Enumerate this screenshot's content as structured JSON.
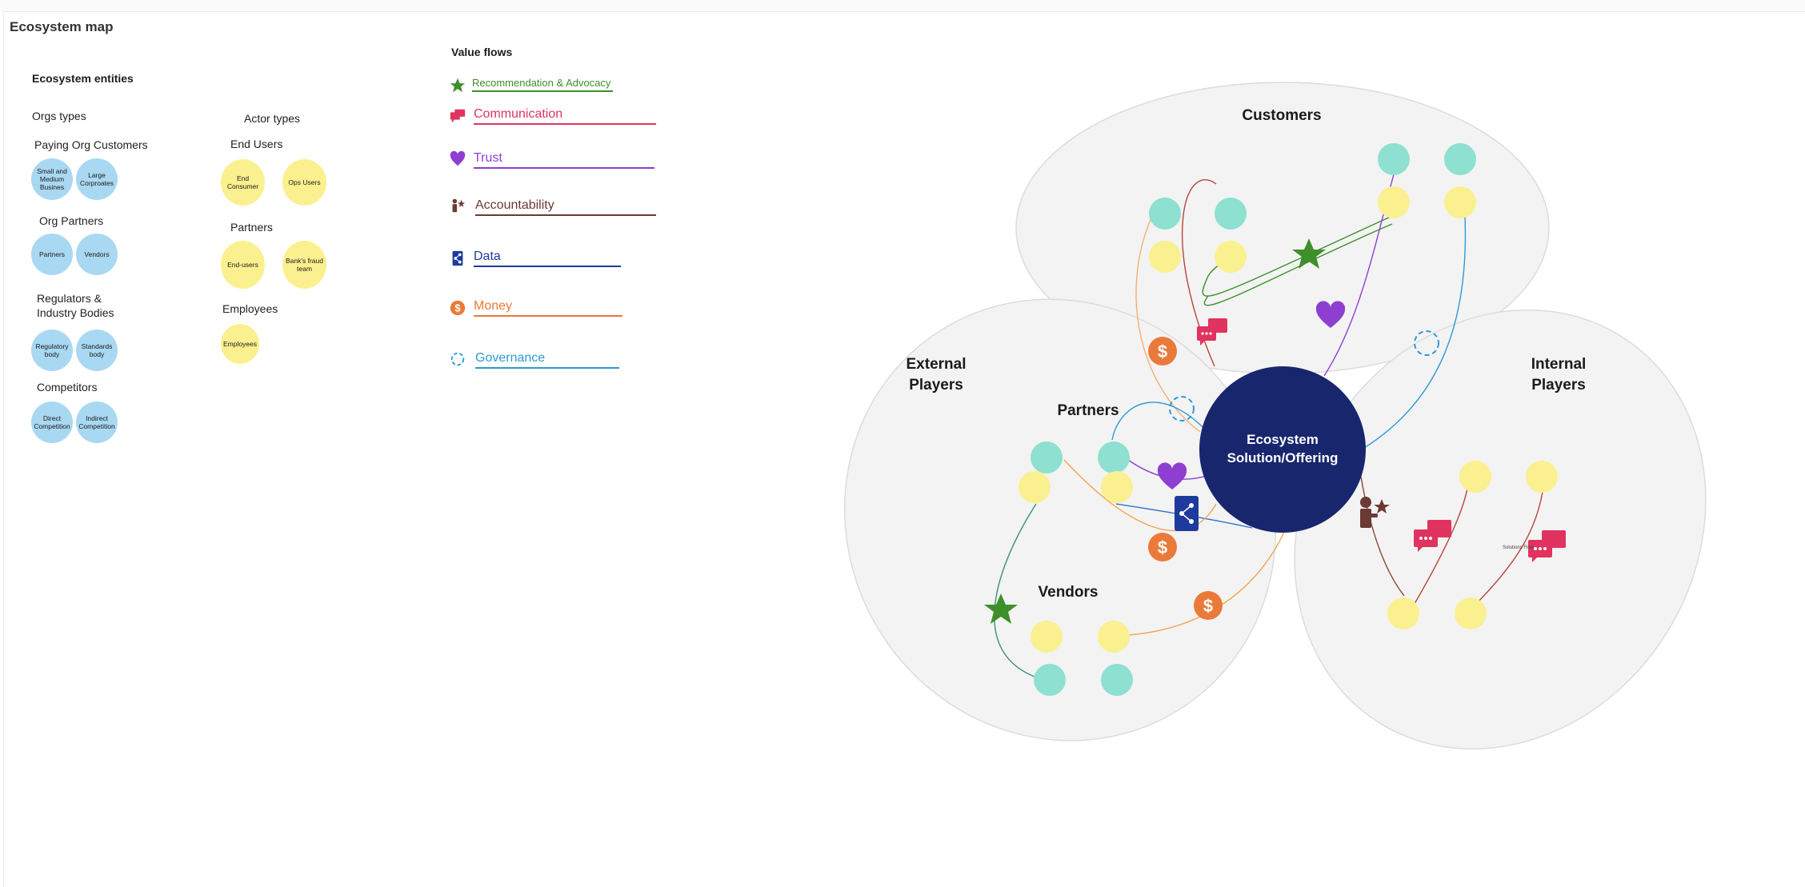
{
  "title": "Ecosystem map",
  "legend": {
    "heading": "Ecosystem entities",
    "orgs_types_label": "Orgs types",
    "actor_types_label": "Actor types",
    "org_groups": [
      {
        "label": "Paying Org Customers",
        "items": [
          "Small and Medium Busines",
          "Large Corproates"
        ]
      },
      {
        "label": "Org Partners",
        "items": [
          "Partners",
          "Vendors"
        ]
      },
      {
        "label": "Regulators & Industry Bodies",
        "items": [
          "Regulatory body",
          "Standards body"
        ]
      },
      {
        "label": "Competitors",
        "items": [
          "Direct Competition",
          "Indirect Competition"
        ]
      }
    ],
    "actor_groups": [
      {
        "label": "End Users",
        "items": [
          "End Consumer",
          "Ops Users"
        ]
      },
      {
        "label": "Partners",
        "items": [
          "End-users",
          "Bank's fraud team"
        ]
      },
      {
        "label": "Employees",
        "items": [
          "Employees"
        ]
      }
    ]
  },
  "value_flows": {
    "heading": "Value flows",
    "items": [
      {
        "label": "Recommendation & Advocacy",
        "color": "#3d8f2a",
        "icon": "star-icon"
      },
      {
        "label": "Communication",
        "color": "#e0335f",
        "icon": "chat-icon"
      },
      {
        "label": "Trust",
        "color": "#8e3fd1",
        "icon": "heart-icon"
      },
      {
        "label": "Accountability",
        "color": "#6b3a32",
        "icon": "person-star-icon"
      },
      {
        "label": "Data",
        "color": "#1f3a9e",
        "icon": "share-doc-icon"
      },
      {
        "label": "Money",
        "color": "#ea7a3a",
        "icon": "dollar-icon"
      },
      {
        "label": "Governance",
        "color": "#2d9ad6",
        "icon": "cycle-icon"
      }
    ]
  },
  "map": {
    "center_label": "Ecosystem Solution/Offering",
    "center_color": "#18266e",
    "regions": {
      "customers": "Customers",
      "external": "External Players",
      "internal": "Internal Players",
      "partners": "Partners",
      "vendors": "Vendors"
    },
    "tiny_note": "Solutions Flow"
  }
}
